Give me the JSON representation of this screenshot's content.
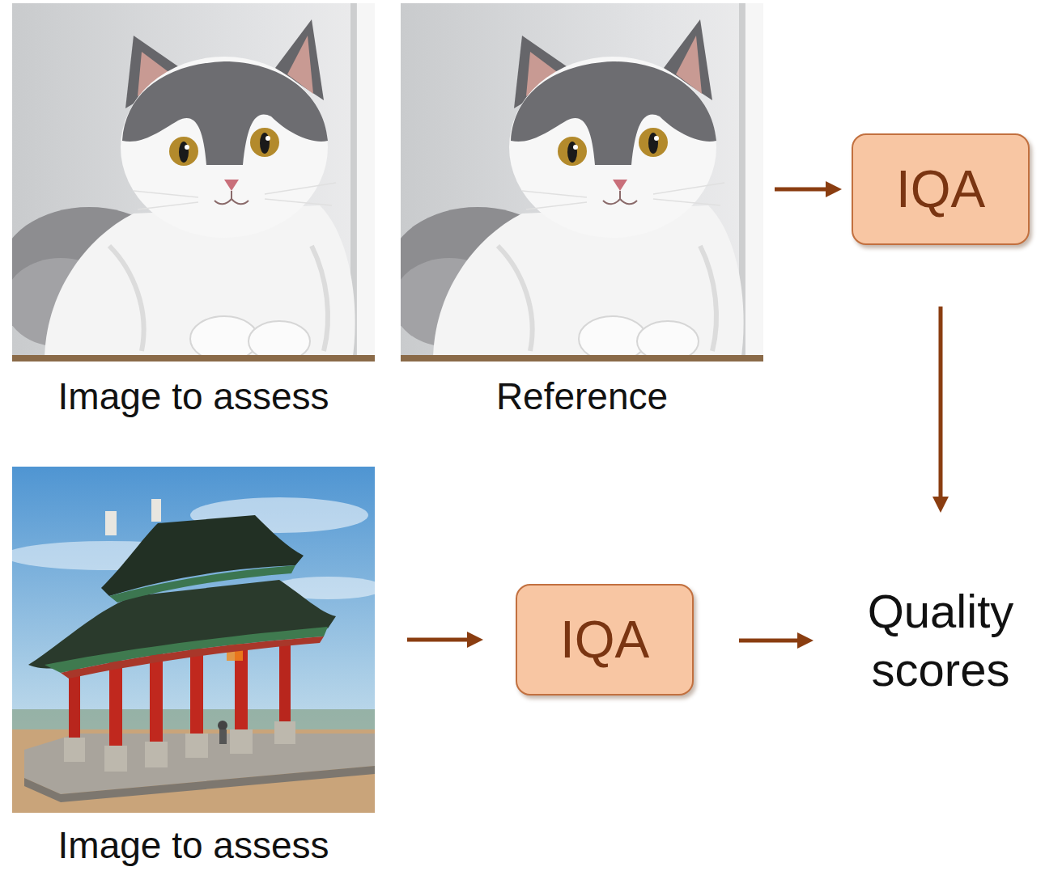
{
  "diagram": {
    "nodes": [
      {
        "text": [
          "Image to assess"
        ]
      },
      {
        "text": [
          "Reference"
        ]
      },
      {
        "text": [
          "IQA"
        ]
      },
      {
        "text": [
          "Image to assess"
        ]
      },
      {
        "text": [
          "IQA"
        ]
      },
      {
        "text": [
          "Quality scores"
        ]
      }
    ],
    "edges": [
      {
        "from": 1,
        "to": 2,
        "arrow": "to"
      },
      {
        "from": 2,
        "to": 5,
        "arrow": "to"
      },
      {
        "from": 3,
        "to": 4,
        "arrow": "to"
      },
      {
        "from": 4,
        "to": 5,
        "arrow": "to"
      }
    ]
  }
}
